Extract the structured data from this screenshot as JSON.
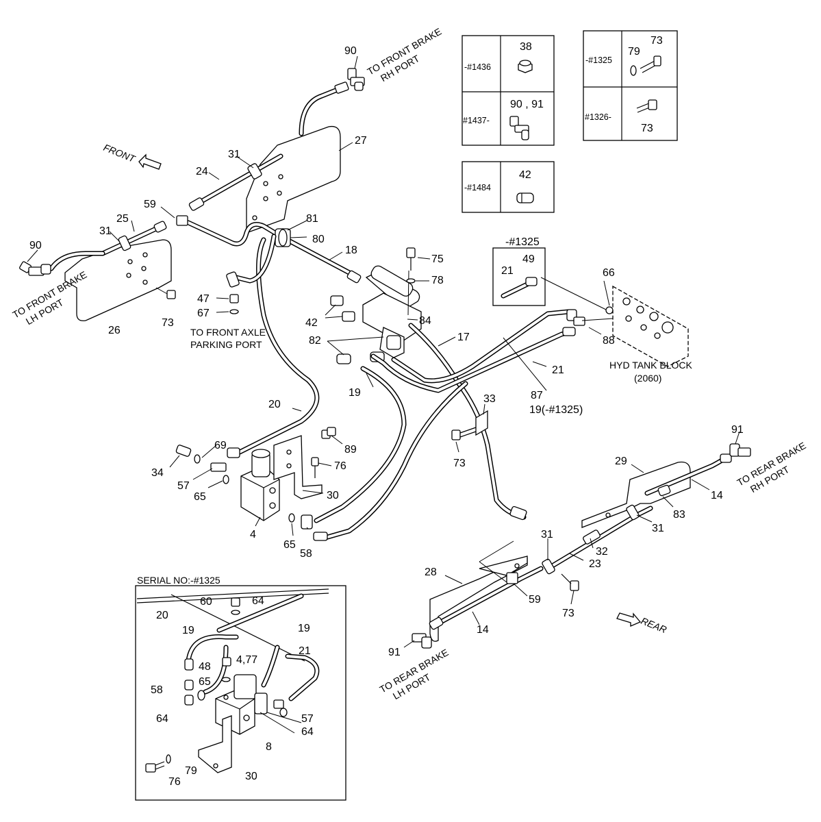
{
  "title": "",
  "callouts": {
    "top_right_group": {
      "p90": "90",
      "p27": "27",
      "p31": "31",
      "p24": "24",
      "p59": "59",
      "p25": "25",
      "p81": "81",
      "p80": "80",
      "p18": "18",
      "p90b": "90",
      "p31b": "31",
      "p26": "26",
      "p73": "73",
      "p47": "47",
      "p67": "67"
    },
    "center": {
      "p75": "75",
      "p78": "78",
      "p84": "84",
      "p42": "42",
      "p82": "82",
      "p17": "17",
      "p19": "19",
      "p21": "21",
      "p87": "87",
      "p19note": "19(-#1325)",
      "p88": "88",
      "p66": "66",
      "p20": "20",
      "p33": "33",
      "p73": "73",
      "p89": "89",
      "p69": "69",
      "p76": "76",
      "p34": "34",
      "p57": "57",
      "p65": "65",
      "p30": "30",
      "p4": "4",
      "p65b": "65",
      "p58": "58"
    },
    "rear": {
      "p91": "91",
      "p29": "29",
      "p14": "14",
      "p83": "83",
      "p31": "31",
      "p31b": "31",
      "p32": "32",
      "p23": "23",
      "p28": "28",
      "p59": "59",
      "p73": "73",
      "p14b": "14",
      "p91b": "91"
    },
    "inset_1325": {
      "label": "-#1325",
      "p21": "21",
      "p49": "49"
    }
  },
  "labels": {
    "front_brake_rh": [
      "TO FRONT BRAKE",
      "RH PORT"
    ],
    "front_brake_lh": [
      "TO FRONT BRAKE",
      "LH PORT"
    ],
    "front_axle": [
      "TO FRONT AXLE",
      "PARKING PORT"
    ],
    "hyd_tank": [
      "HYD TANK BLOCK",
      "(2060)"
    ],
    "rear_brake_rh": [
      "TO REAR BRAKE",
      "RH PORT"
    ],
    "rear_brake_lh": [
      "TO REAR BRAKE",
      "LH PORT"
    ],
    "front_arrow": "FRONT",
    "rear_arrow": "REAR"
  },
  "serial_tables": {
    "table1": [
      {
        "serial": "-#1436",
        "part": "38"
      },
      {
        "serial": "#1437-",
        "part": "90 , 91"
      }
    ],
    "table2": [
      {
        "serial": "-#1325",
        "parts": [
          "79",
          "73"
        ]
      },
      {
        "serial": "#1326-",
        "parts": [
          "73"
        ]
      }
    ],
    "table3": [
      {
        "serial": "-#1484",
        "part": "42"
      }
    ]
  },
  "serial_inset": {
    "title": "SERIAL NO:-#1325",
    "p20": "20",
    "p60": "60",
    "p64": "64",
    "p19": "19",
    "p19b": "19",
    "p21": "21",
    "p48": "48",
    "p477": "4,77",
    "p65": "65",
    "p58": "58",
    "p64b": "64",
    "p57": "57",
    "p64c": "64",
    "p8": "8",
    "p76": "76",
    "p79": "79",
    "p30": "30"
  }
}
